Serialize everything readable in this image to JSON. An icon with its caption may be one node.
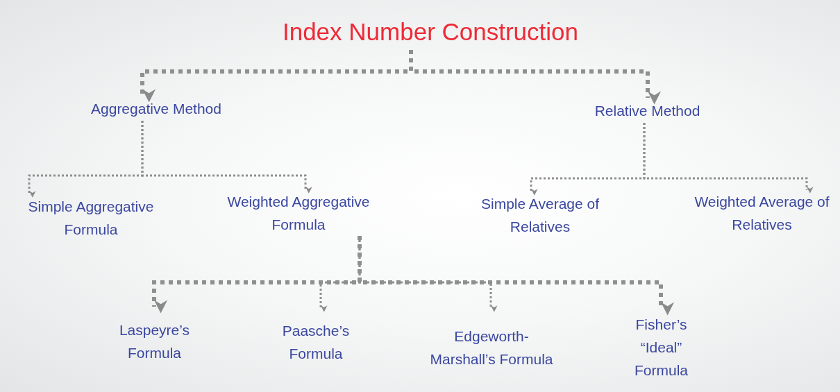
{
  "diagram": {
    "nodes": [
      {
        "text": [
          "Index Number Construction"
        ]
      },
      {
        "text": [
          "Aggregative Method"
        ]
      },
      {
        "text": [
          "Relative Method"
        ]
      },
      {
        "text": [
          "Simple Aggregative Formula"
        ]
      },
      {
        "text": [
          "Weighted Aggregative Formula"
        ]
      },
      {
        "text": [
          "Simple Average of Relatives"
        ]
      },
      {
        "text": [
          "Weighted Average of Relatives"
        ]
      },
      {
        "text": [
          "Laspeyre’s Formula"
        ]
      },
      {
        "text": [
          "Paasche’s Formula"
        ]
      },
      {
        "text": [
          "Edgeworth- Marshall’s Formula"
        ]
      },
      {
        "text": [
          "Fisher’s “Ideal” Formula"
        ]
      }
    ],
    "edges": [
      {
        "from": 0,
        "to": 1,
        "arrow": "to",
        "style": "dashed"
      },
      {
        "from": 0,
        "to": 2,
        "arrow": "to",
        "style": "dashed"
      },
      {
        "from": 1,
        "to": 3,
        "arrow": "to",
        "style": "dashed"
      },
      {
        "from": 1,
        "to": 4,
        "arrow": "to",
        "style": "dashed"
      },
      {
        "from": 2,
        "to": 5,
        "arrow": "to",
        "style": "dashed"
      },
      {
        "from": 2,
        "to": 6,
        "arrow": "to",
        "style": "dashed"
      },
      {
        "from": 4,
        "to": 7,
        "arrow": "to",
        "style": "dashed"
      },
      {
        "from": 4,
        "to": 8,
        "arrow": "to",
        "style": "dashed"
      },
      {
        "from": 4,
        "to": 9,
        "arrow": "to",
        "style": "dashed"
      },
      {
        "from": 4,
        "to": 10,
        "arrow": "to",
        "style": "dashed"
      }
    ]
  }
}
